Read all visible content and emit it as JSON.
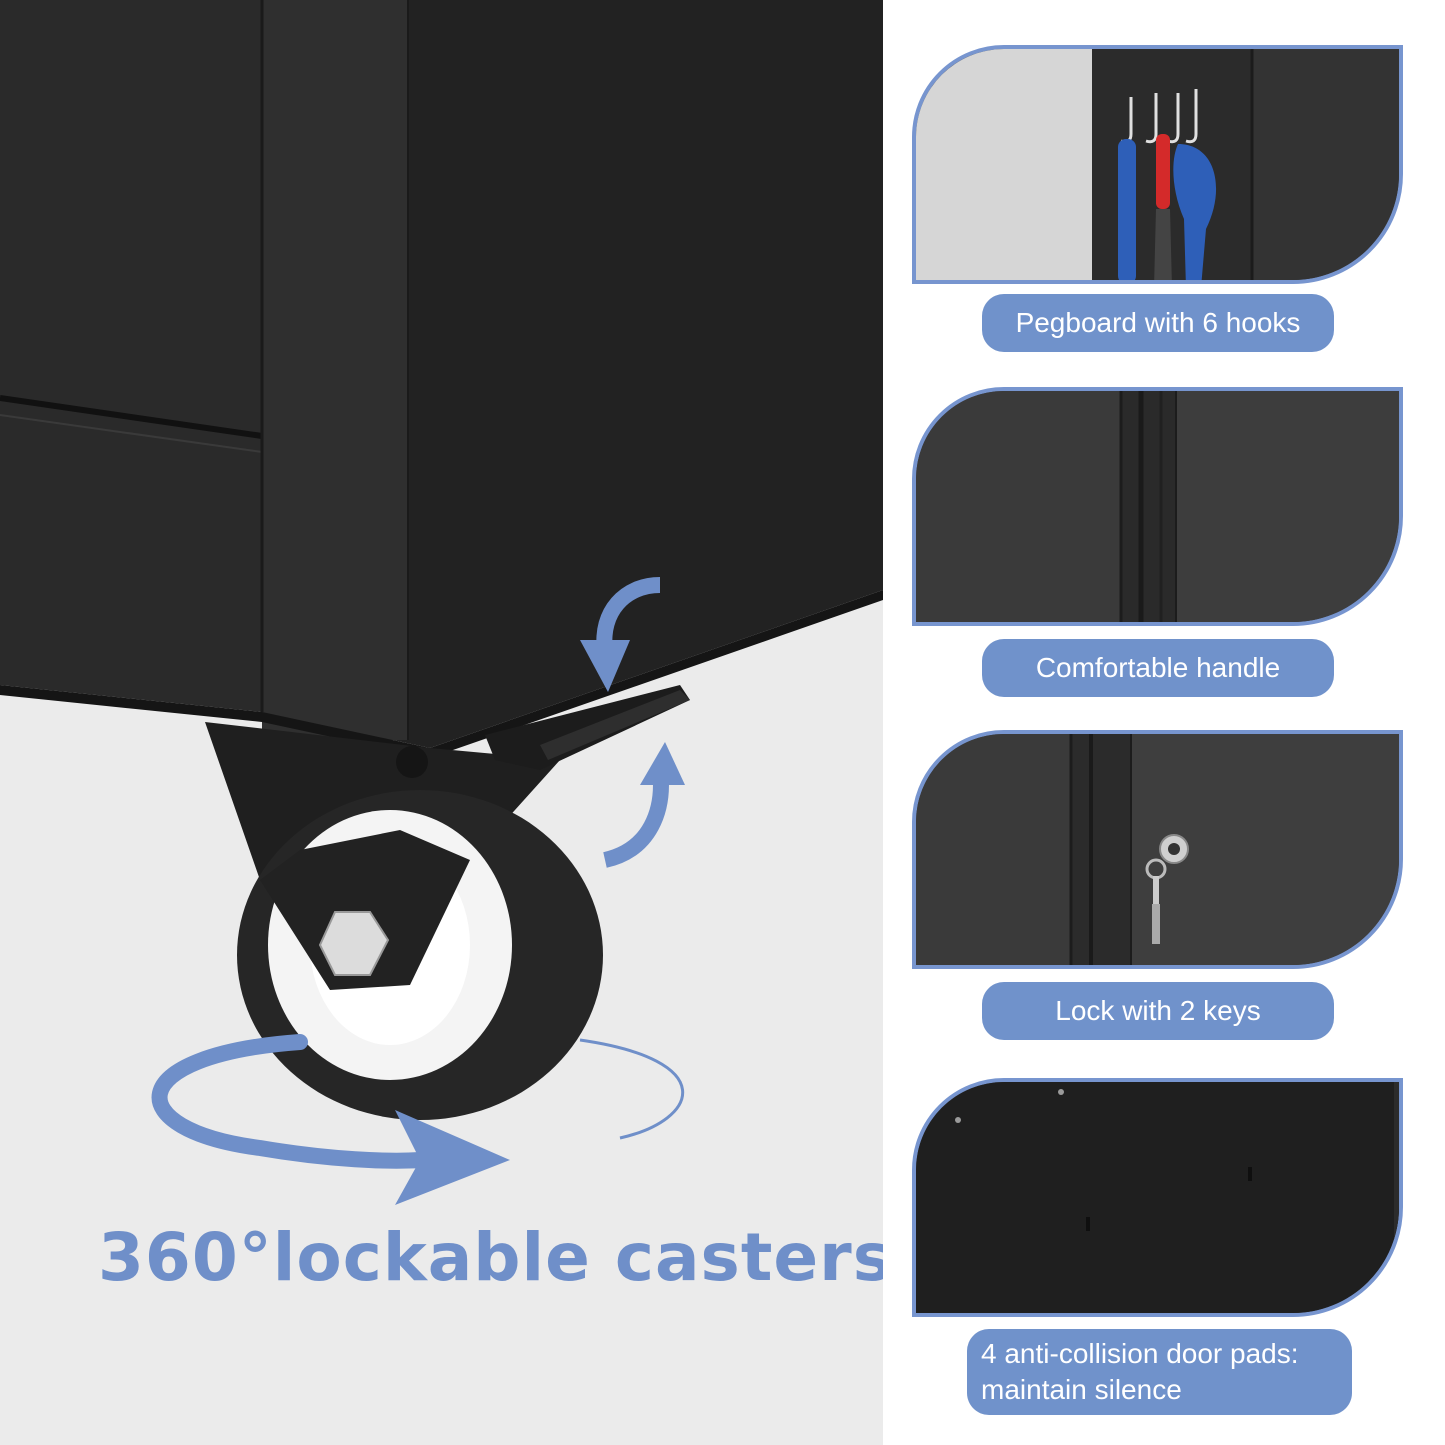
{
  "headline": "360°lockable casters",
  "features": [
    {
      "caption": "Pegboard with 6 hooks"
    },
    {
      "caption": "Comfortable handle"
    },
    {
      "caption": "Lock with 2 keys"
    },
    {
      "caption_line1": "4 anti-collision door pads:",
      "caption_line2": "maintain silence"
    }
  ],
  "colors": {
    "accent_blue": "#7092cb",
    "headline_blue": "#6f8fc9",
    "cabinet_black": "#262626",
    "background_grey": "#ebebeb"
  },
  "icons": [
    "rotation-arrow-icon",
    "curved-arrow-icon",
    "hex-bolt-icon",
    "hook-icon",
    "key-icon"
  ]
}
